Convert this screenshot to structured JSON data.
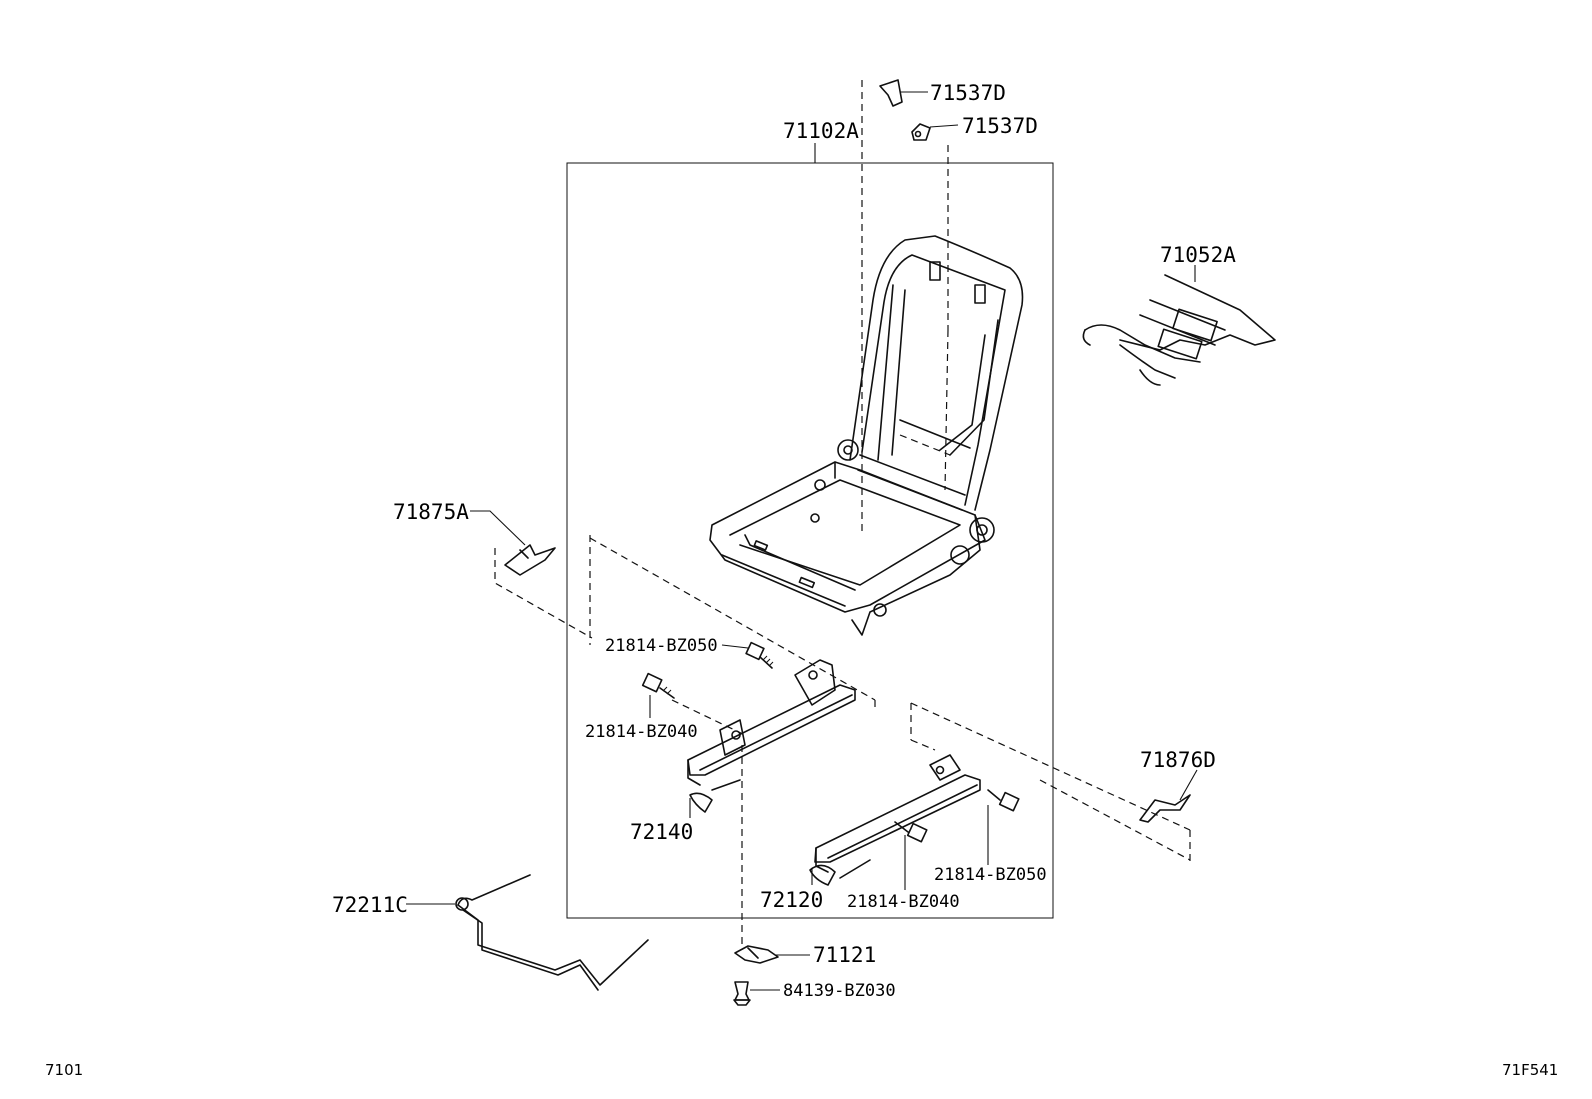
{
  "callouts": {
    "clip_upper": "71537D",
    "clip_lower": "71537D",
    "frame_assy": "71102A",
    "spring_assy": "71052A",
    "cover_left": "71875A",
    "bolt_a": "21814-BZ050",
    "bolt_b": "21814-BZ040",
    "adjuster_left": "72140",
    "adjuster_right": "72120",
    "bolt_c": "21814-BZ040",
    "bolt_d": "21814-BZ050",
    "cover_right": "71876D",
    "wire": "72211C",
    "bracket": "71121",
    "clip_bottom": "84139-BZ030"
  },
  "footer": {
    "page_code": "7101",
    "figure_code": "71F541"
  }
}
